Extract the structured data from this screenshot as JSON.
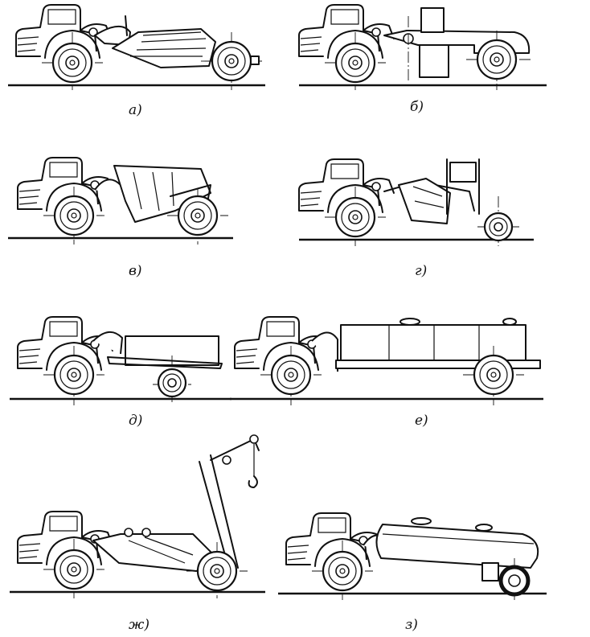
{
  "figure": {
    "panels": [
      {
        "id": "a",
        "label": "а)"
      },
      {
        "id": "b",
        "label": "б)"
      },
      {
        "id": "v",
        "label": "в)"
      },
      {
        "id": "g",
        "label": "г)"
      },
      {
        "id": "d",
        "label": "д)"
      },
      {
        "id": "e",
        "label": "е)"
      },
      {
        "id": "zh",
        "label": "ж)"
      },
      {
        "id": "z",
        "label": "з)"
      }
    ]
  }
}
